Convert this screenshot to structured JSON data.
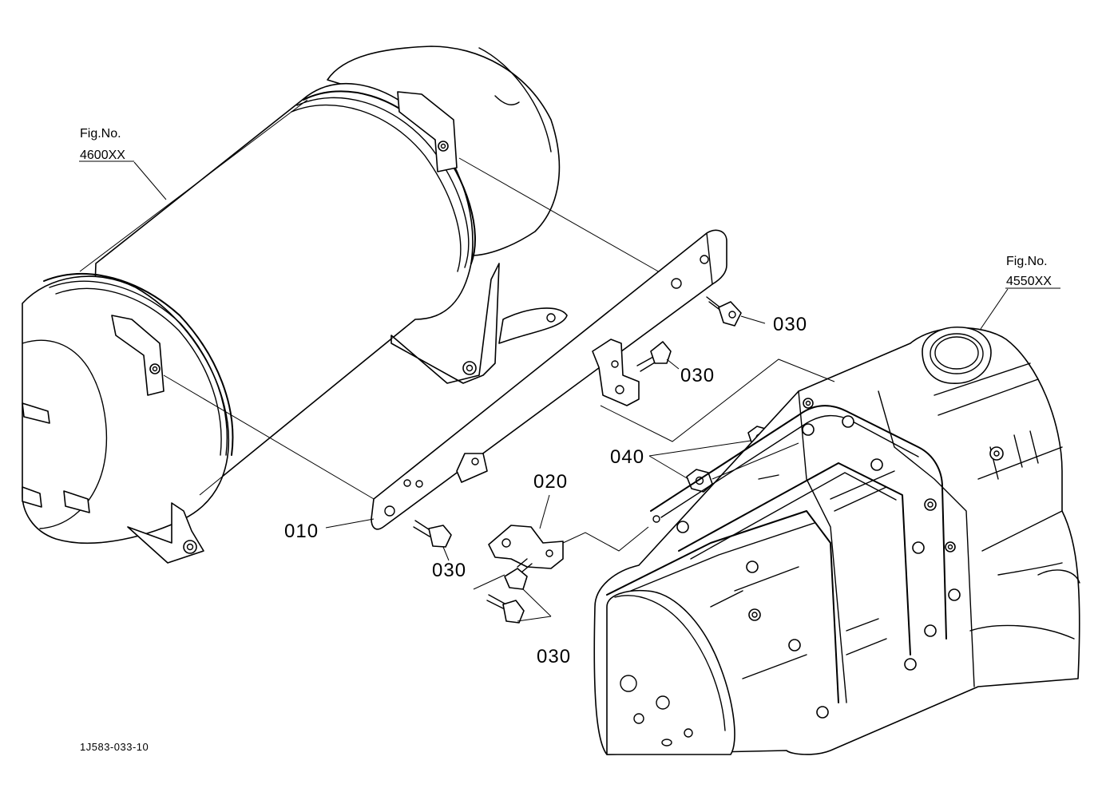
{
  "figure_refs": {
    "left": {
      "label": "Fig.No.",
      "number": "4600XX"
    },
    "right": {
      "label": "Fig.No.",
      "number": "4550XX"
    }
  },
  "callouts": {
    "c010": "010",
    "c020": "020",
    "c030_a": "030",
    "c030_b": "030",
    "c030_c": "030",
    "c030_d": "030",
    "c040": "040"
  },
  "drawing_code": "1J583-033-10"
}
